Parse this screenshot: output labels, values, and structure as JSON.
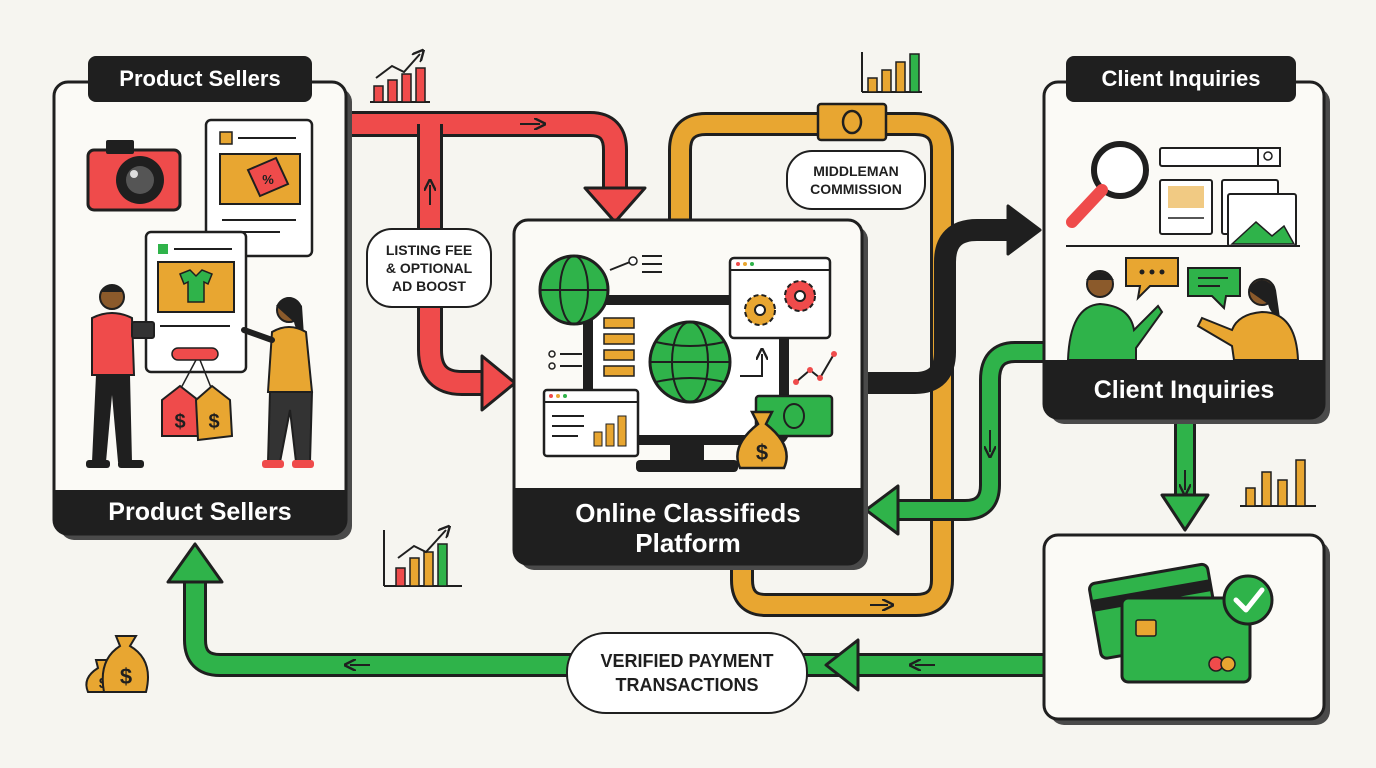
{
  "nodes": {
    "sellers": {
      "tab": "Product Sellers",
      "footer": "Product Sellers"
    },
    "platform": {
      "footer_line1": "Online Classifieds",
      "footer_line2": "Platform"
    },
    "clients": {
      "tab": "Client Inquiries",
      "footer": "Client Inquiries"
    },
    "payment": {
      "icon": "credit-card-check-icon"
    }
  },
  "labels": {
    "listing_fee": [
      "LISTING FEE",
      "& OPTIONAL",
      "AD BOOST"
    ],
    "commission": [
      "MIDDLEMAN",
      "COMMISSION"
    ],
    "payments": [
      "VERIFIED PAYMENT",
      "TRANSACTIONS"
    ]
  },
  "colors": {
    "red": "#ef4b4b",
    "orange": "#e8a631",
    "green": "#2fb34a",
    "black": "#1f1f1f",
    "background": "#f6f5f0"
  },
  "icons": [
    "camera-icon",
    "price-tag-icon",
    "globe-icon",
    "gears-icon",
    "money-bag-icon",
    "magnifier-icon",
    "chat-bubble-icon",
    "bar-chart-icon",
    "cash-note-icon"
  ]
}
